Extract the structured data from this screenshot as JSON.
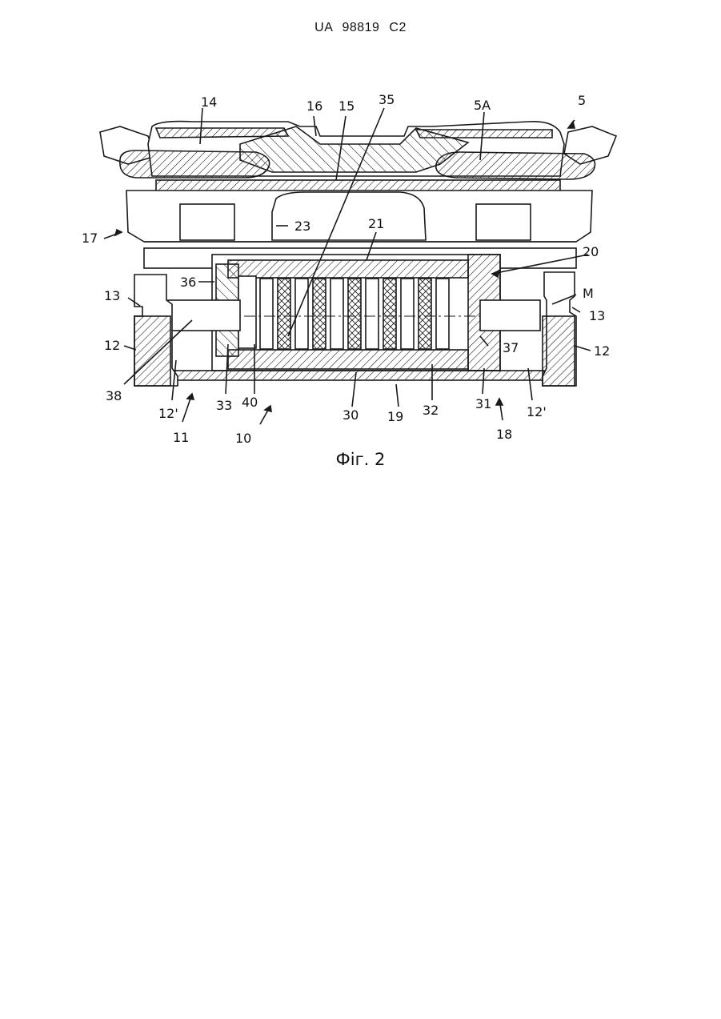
{
  "header": {
    "patent_number": "UA   98819   C2"
  },
  "figure": {
    "caption": "Фіг. 2",
    "reference_labels": {
      "r14": "14",
      "r16": "16",
      "r15": "15",
      "r35": "35",
      "r5A": "5A",
      "r5": "5",
      "r23": "23",
      "r21": "21",
      "r17": "17",
      "r20": "20",
      "r36": "36",
      "r13_left": "13",
      "r13_right": "13",
      "rM": "M",
      "r12_left": "12",
      "r12_right": "12",
      "r37": "37",
      "r38": "38",
      "r12p_left": "12'",
      "r12p_right": "12'",
      "r33": "33",
      "r40": "40",
      "r30": "30",
      "r19": "19",
      "r32": "32",
      "r31": "31",
      "r11": "11",
      "r10": "10",
      "r18": "18"
    }
  }
}
